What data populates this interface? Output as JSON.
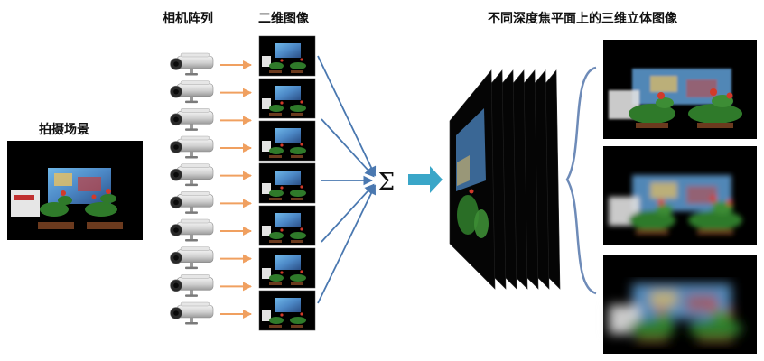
{
  "labels": {
    "scene": "拍摄场景",
    "camera_array": "相机阵列",
    "images_2d": "二维图像",
    "focal_planes_3d": "不同深度焦平面上的三维立体图像"
  },
  "sum_symbol": "Σ",
  "camera_count": 10,
  "image_count": 7,
  "stack_layers": 7,
  "depth_images": 3,
  "colors": {
    "arrow_orange": "#F0A060",
    "arrow_blue": "#4A78B0",
    "arrow_teal": "#3AA6C8",
    "brace": "#6E8BB8"
  }
}
